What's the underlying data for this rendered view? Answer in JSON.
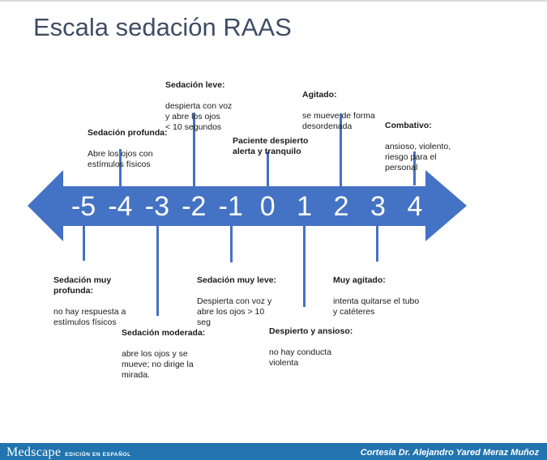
{
  "page": {
    "title": "Escala sedación RAAS"
  },
  "colors": {
    "arrow_blue": "#4472C4",
    "title_text": "#3F4D66",
    "footer_bar": "#2274AE"
  },
  "scale": {
    "values": [
      "-5",
      "-4",
      "-3",
      "-2",
      "-1",
      "0",
      "1",
      "2",
      "3",
      "4"
    ]
  },
  "labels_top": [
    {
      "value": "-4",
      "title": "Sedación profunda:",
      "body": "Abre los ojos con\nestímulos físicos"
    },
    {
      "value": "-2",
      "title": "Sedación leve:",
      "body": "despierta con voz\ny abre los ojos\n< 10 segundos"
    },
    {
      "value": "0",
      "title": "Paciente despierto\nalerta y tranquilo",
      "body": ""
    },
    {
      "value": "2",
      "title": "Agitado:",
      "body": "se mueve de forma\ndesordenada"
    },
    {
      "value": "4",
      "title": "Combativo:",
      "body": "ansioso, violento,\nriesgo para el\npersonal"
    }
  ],
  "labels_bottom": [
    {
      "value": "-5",
      "title": "Sedación muy\nprofunda:",
      "body": "no hay respuesta a\nestímulos físicos"
    },
    {
      "value": "-3",
      "title": "Sedación moderada:",
      "body": "abre los ojos y se\nmueve; no dirige la\nmirada."
    },
    {
      "value": "-1",
      "title": "Sedación muy leve:",
      "body": "Despierta con voz y\nabre los ojos > 10\nseg"
    },
    {
      "value": "1",
      "title": "Despierto y ansioso:",
      "body": "no hay conducta\nviolenta"
    },
    {
      "value": "3",
      "title": "Muy agitado:",
      "body": "intenta quitarse el tubo\ny catéteres"
    }
  ],
  "footer": {
    "brand": "Medscape",
    "brand_sub": "EDICIÓN EN ESPAÑOL",
    "credit": "Cortesía Dr. Alejandro Yared Meraz Muñoz"
  }
}
